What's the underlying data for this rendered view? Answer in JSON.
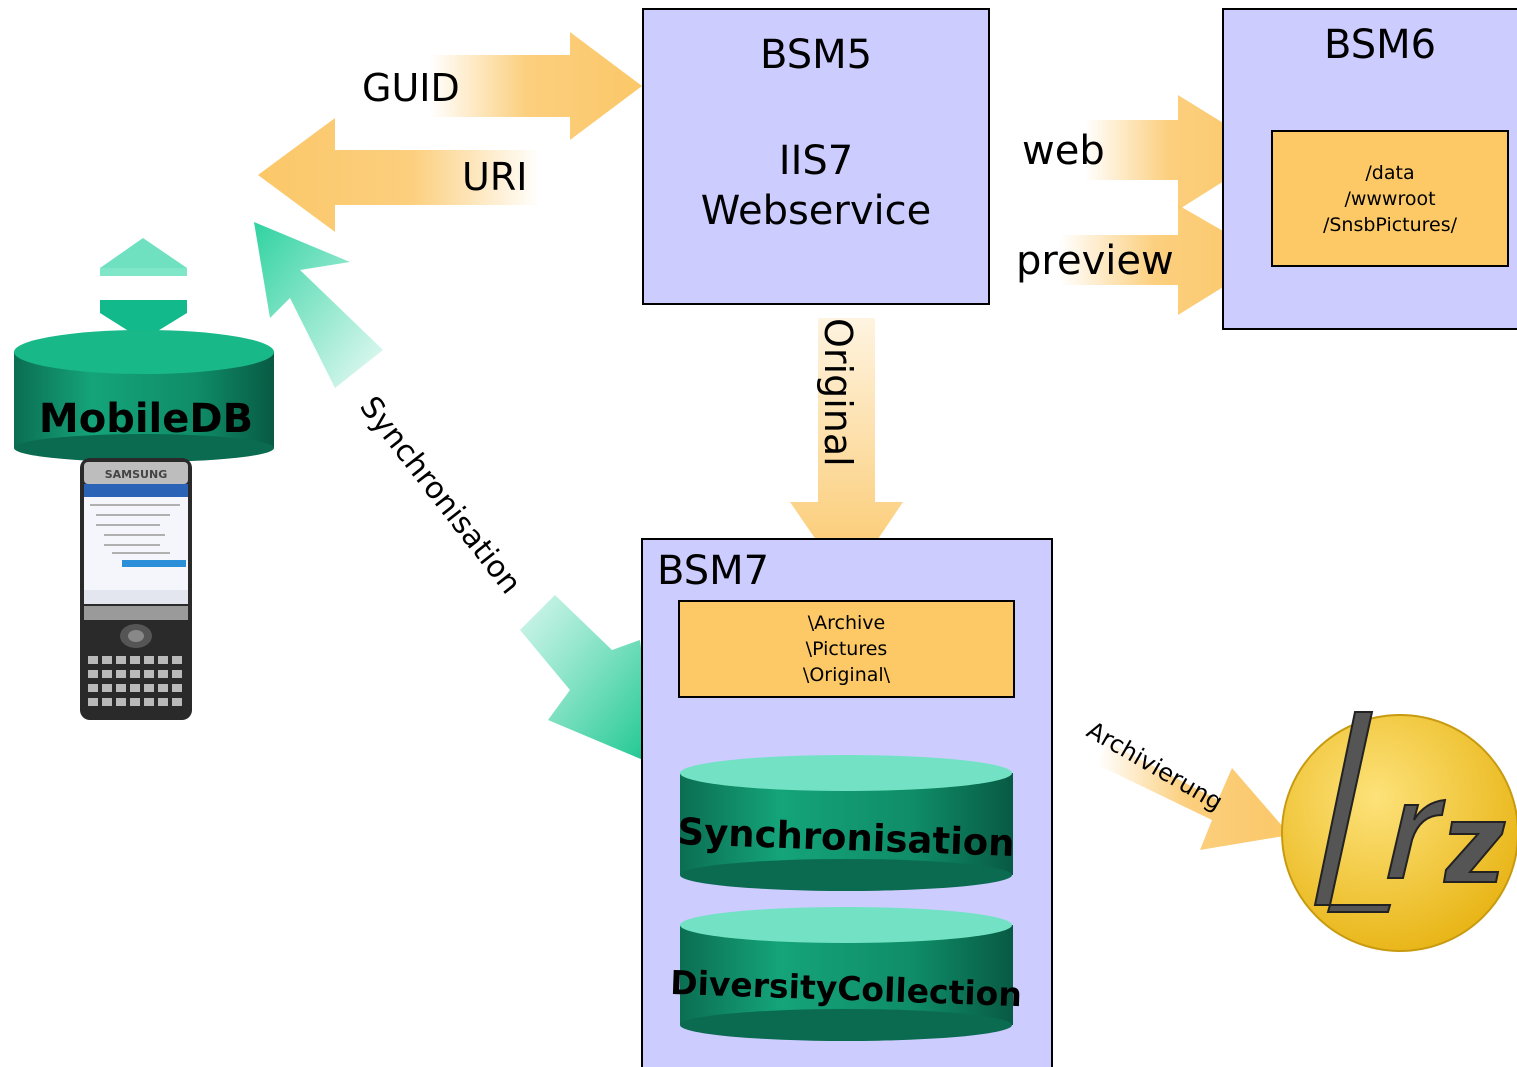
{
  "servers": {
    "bsm5": {
      "title": "BSM5",
      "line1": "IIS7",
      "line2": "Webservice"
    },
    "bsm6": {
      "title": "BSM6"
    },
    "bsm7": {
      "title": "BSM7"
    }
  },
  "folders": {
    "bsm6_path": [
      "/data",
      "/wwwroot",
      "/SnsbPictures/"
    ],
    "bsm7_path": [
      "\\Archive",
      "\\Pictures",
      "\\Original\\"
    ]
  },
  "databases": {
    "mobile": "MobileDB",
    "sync": "Synchronisation",
    "collection": "DiversityCollection"
  },
  "arrows": {
    "guid": "GUID",
    "uri": "URI",
    "web": "web",
    "preview": "preview",
    "original": "Original",
    "synchronisation": "Synchronisation",
    "archivierung": "Archivierung"
  },
  "device": {
    "brand": "SAMSUNG"
  },
  "logo": {
    "text": "lrz"
  },
  "colors": {
    "server_fill": "#ccccff",
    "folder_fill": "#fcc966",
    "arrow_orange": "#fbc768",
    "arrow_green": "#2fd2a0",
    "db_green": "#108a68",
    "logo_yellow": "#f2c42c"
  }
}
